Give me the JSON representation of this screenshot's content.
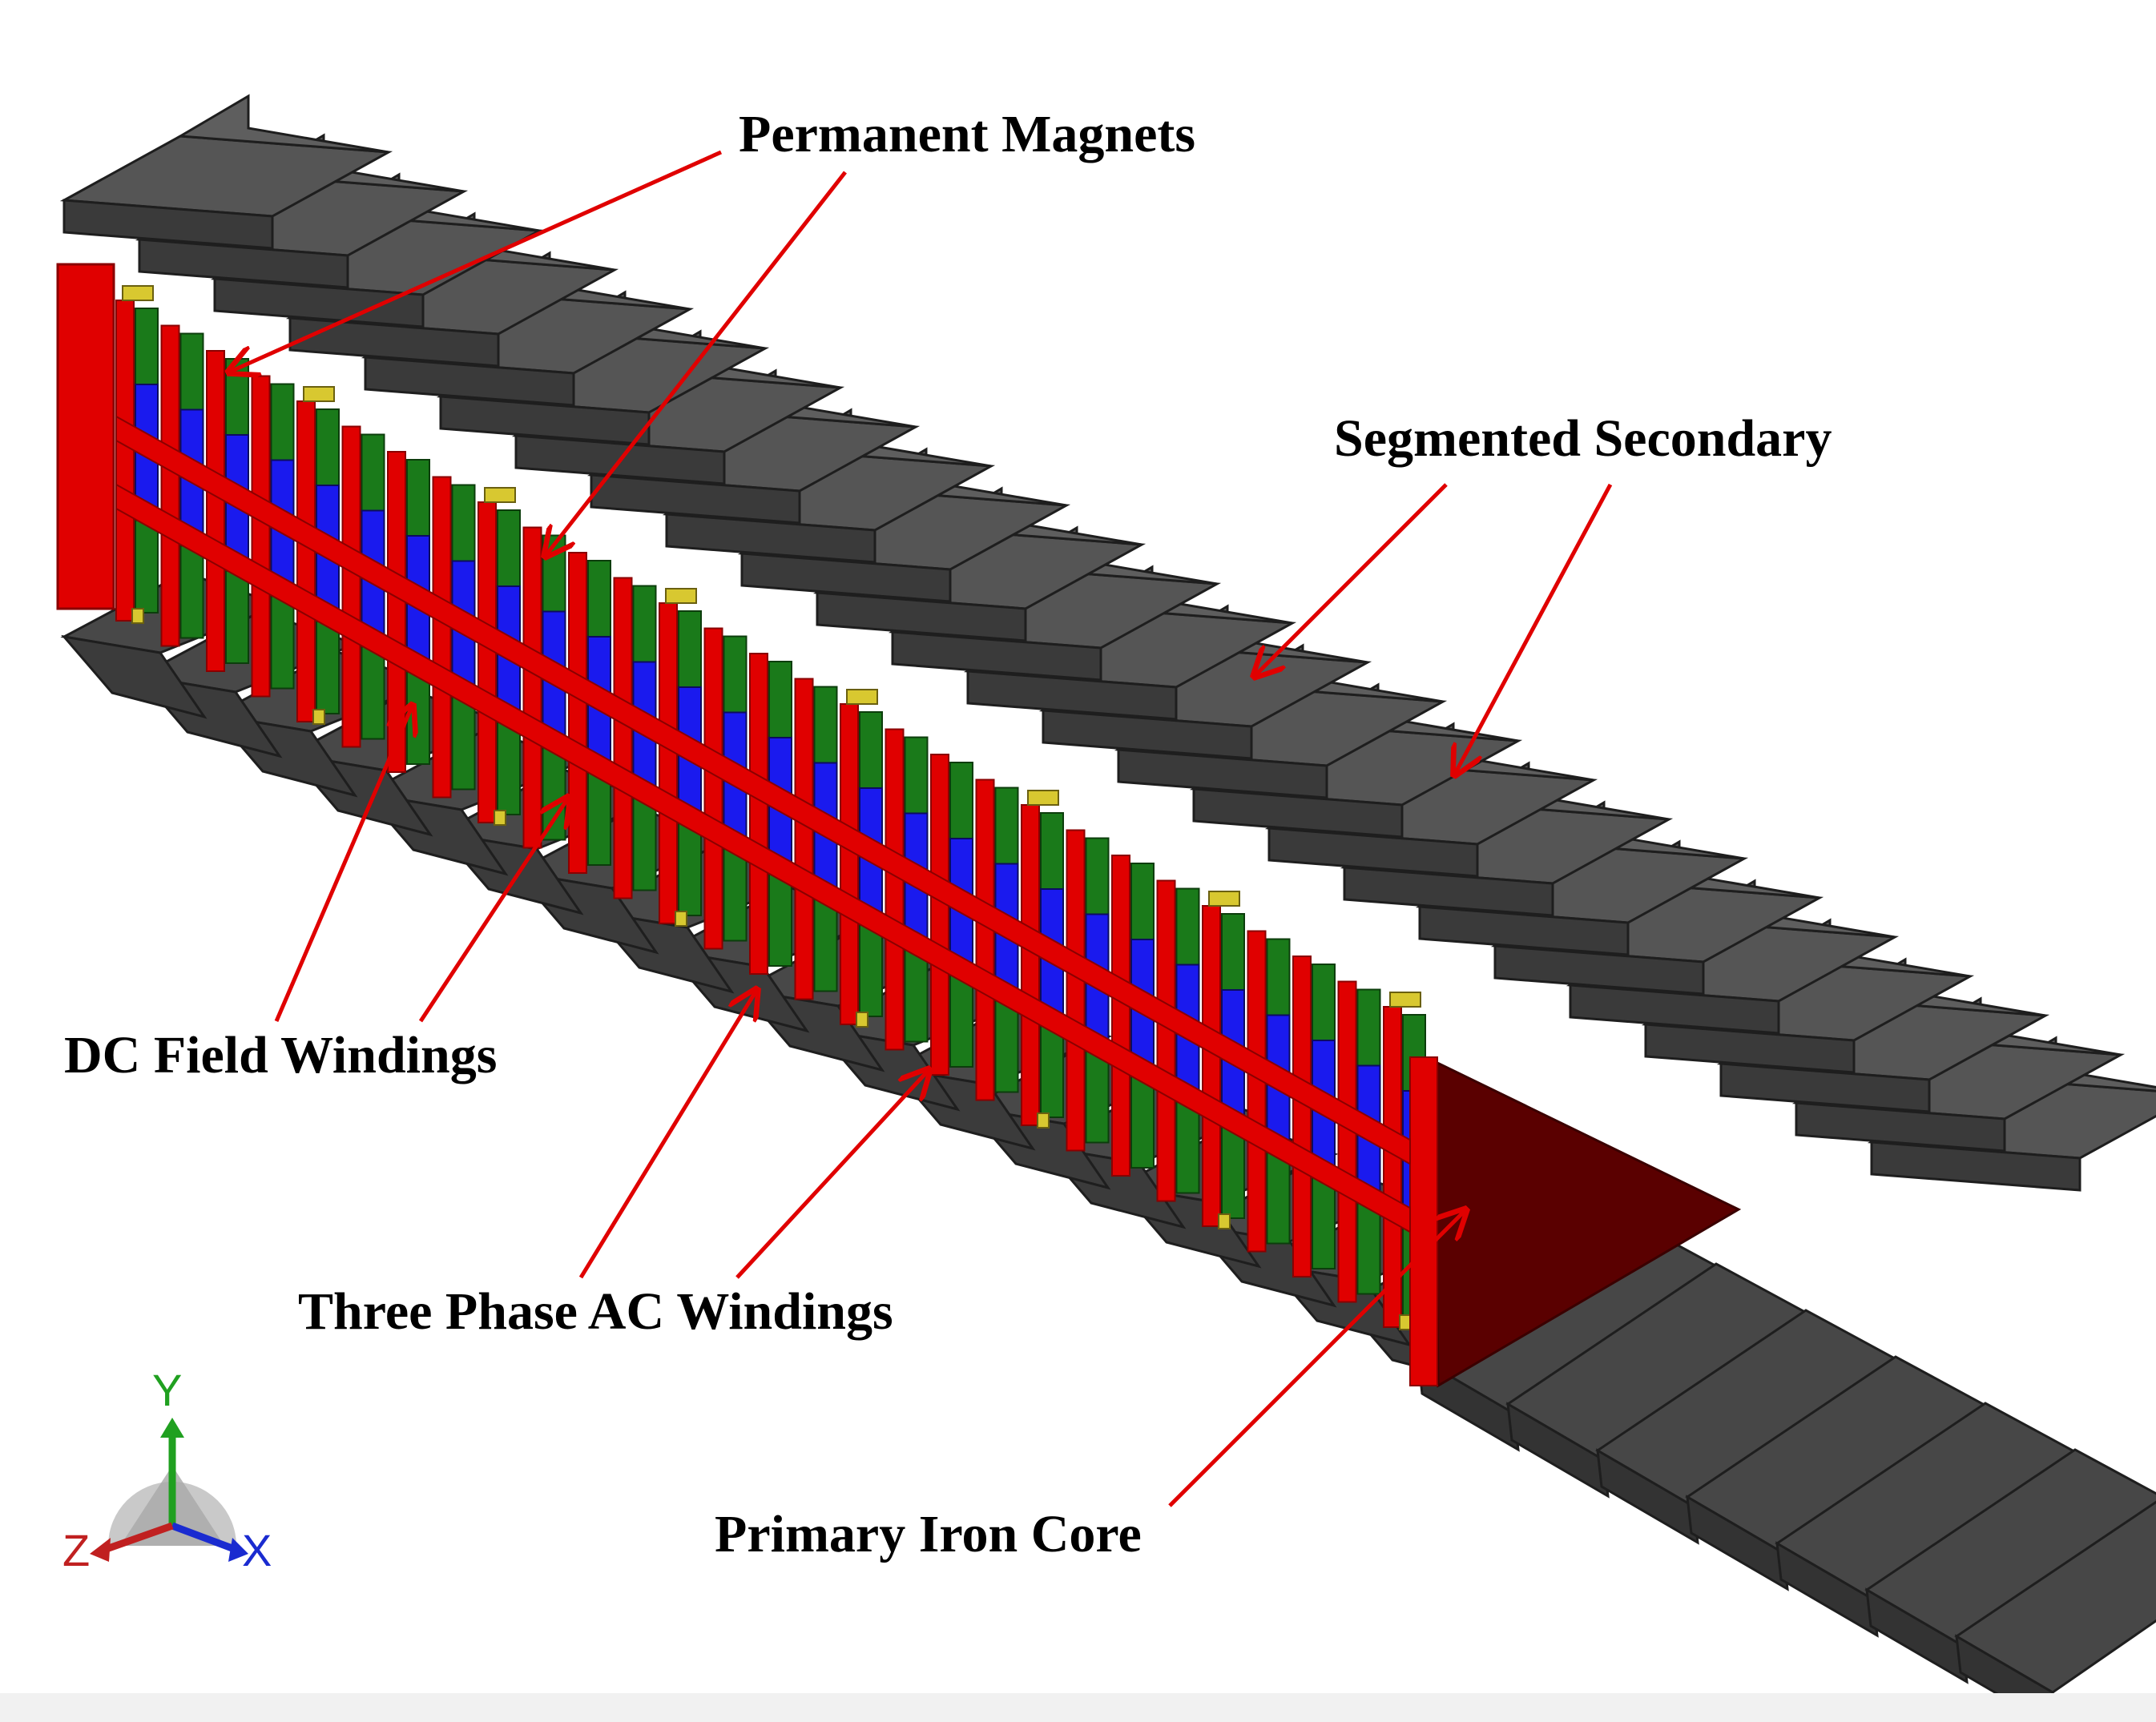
{
  "labels": {
    "permanent_magnets": "Permanent Magnets",
    "segmented_secondary": "Segmented Secondary",
    "dc_field_windings": "DC Field Windings",
    "three_phase_ac_windings": "Three Phase AC Windings",
    "primary_iron_core": "Primary Iron Core"
  },
  "axes_triad": {
    "y": "Y",
    "z": "Z",
    "x": "X"
  },
  "colors": {
    "segment": "#4a4a4a",
    "segment_edge": "#1e1e1e",
    "iron_core": "#e00000",
    "core_end": "#5a0000",
    "magnet": "#d8c830",
    "phase_a": "#1a7a1a",
    "phase_b": "#1a1aee",
    "arrow": "#e00000"
  }
}
